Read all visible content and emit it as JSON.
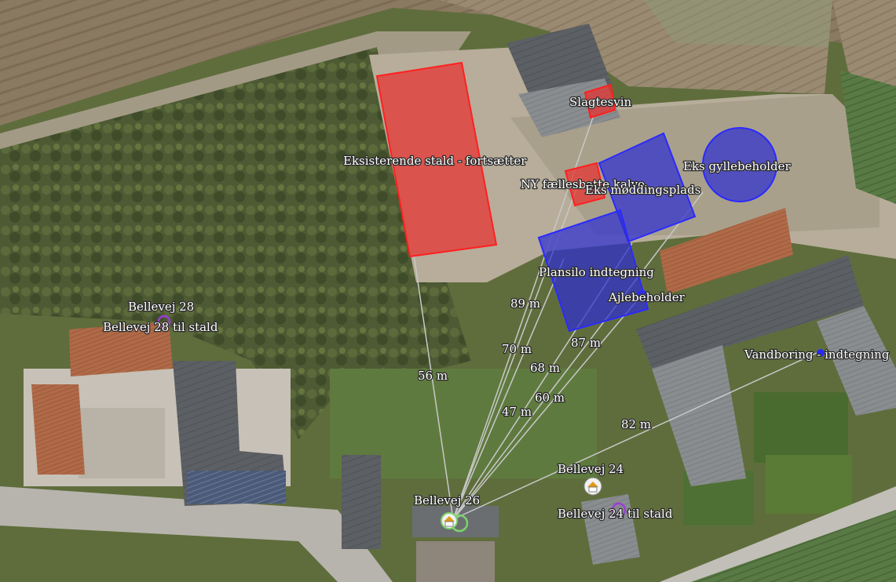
{
  "overlays": {
    "red_fill": "#e8302f",
    "red_stroke": "#ff2020",
    "blue_fill": "#2f2fd0",
    "blue_stroke": "#2a2aff",
    "line_color": "#c8c8c8"
  },
  "labels": {
    "slagtesvin": "Slagtesvin",
    "eksisterende_stald": "Eksisterende stald - fortsætter",
    "ny_faelles": "NY fællesbatte kalve",
    "eks_moddingsplads": "Eks møddingsplads",
    "eks_gyllebeholder": "Eks gyllebeholder",
    "plansilo": "Plansilo indtegning",
    "ajlebeholder": "Ajlebeholder",
    "vandboring": "Vandboring - indtegning",
    "bellevej_28": "Bellevej 28",
    "bellevej_28_stald": "Bellevej 28 til stald",
    "bellevej_26": "Bellevej 26",
    "bellevej_24": "Bellevej 24",
    "bellevej_24_stald": "Bellevej 24 til stald"
  },
  "distances": {
    "d56": "56 m",
    "d89": "89 m",
    "d70": "70 m",
    "d87": "87 m",
    "d68": "68 m",
    "d60": "60 m",
    "d47": "47 m",
    "d82": "82 m"
  },
  "icons": {
    "home": "home-icon",
    "circle_marker": "circle-marker-icon"
  }
}
